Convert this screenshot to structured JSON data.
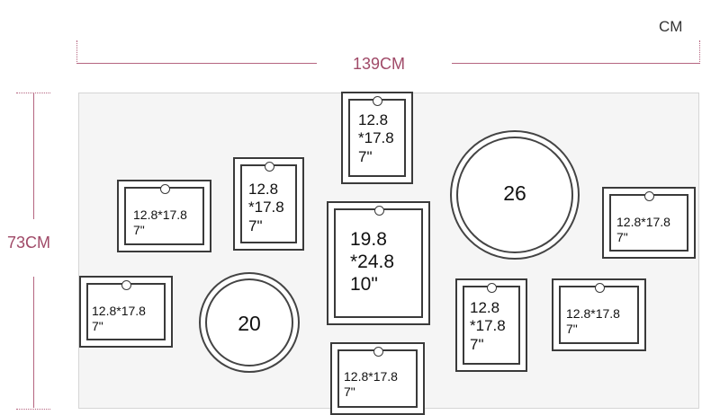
{
  "unit_label": "CM",
  "dimensions": {
    "width_label": "139CM",
    "height_label": "73CM"
  },
  "frames": [
    {
      "id": "f1",
      "label": "12.8\n*17.8\n7\""
    },
    {
      "id": "f2",
      "label": "12.8*17.8\n7\""
    },
    {
      "id": "f3",
      "label": "12.8\n*17.8\n7\""
    },
    {
      "id": "f4",
      "label": "19.8\n*24.8\n10\""
    },
    {
      "id": "f5",
      "label": "12.8*17.8\n7\""
    },
    {
      "id": "f6",
      "label": "12.8*17.8\n7\""
    },
    {
      "id": "f7",
      "label": "12.8*17.8\n7\""
    },
    {
      "id": "f8",
      "label": "12.8\n*17.8\n7\""
    },
    {
      "id": "f9",
      "label": "12.8*17.8\n7\""
    }
  ],
  "circles": [
    {
      "id": "c1",
      "label": "26"
    },
    {
      "id": "c2",
      "label": "20"
    }
  ]
}
